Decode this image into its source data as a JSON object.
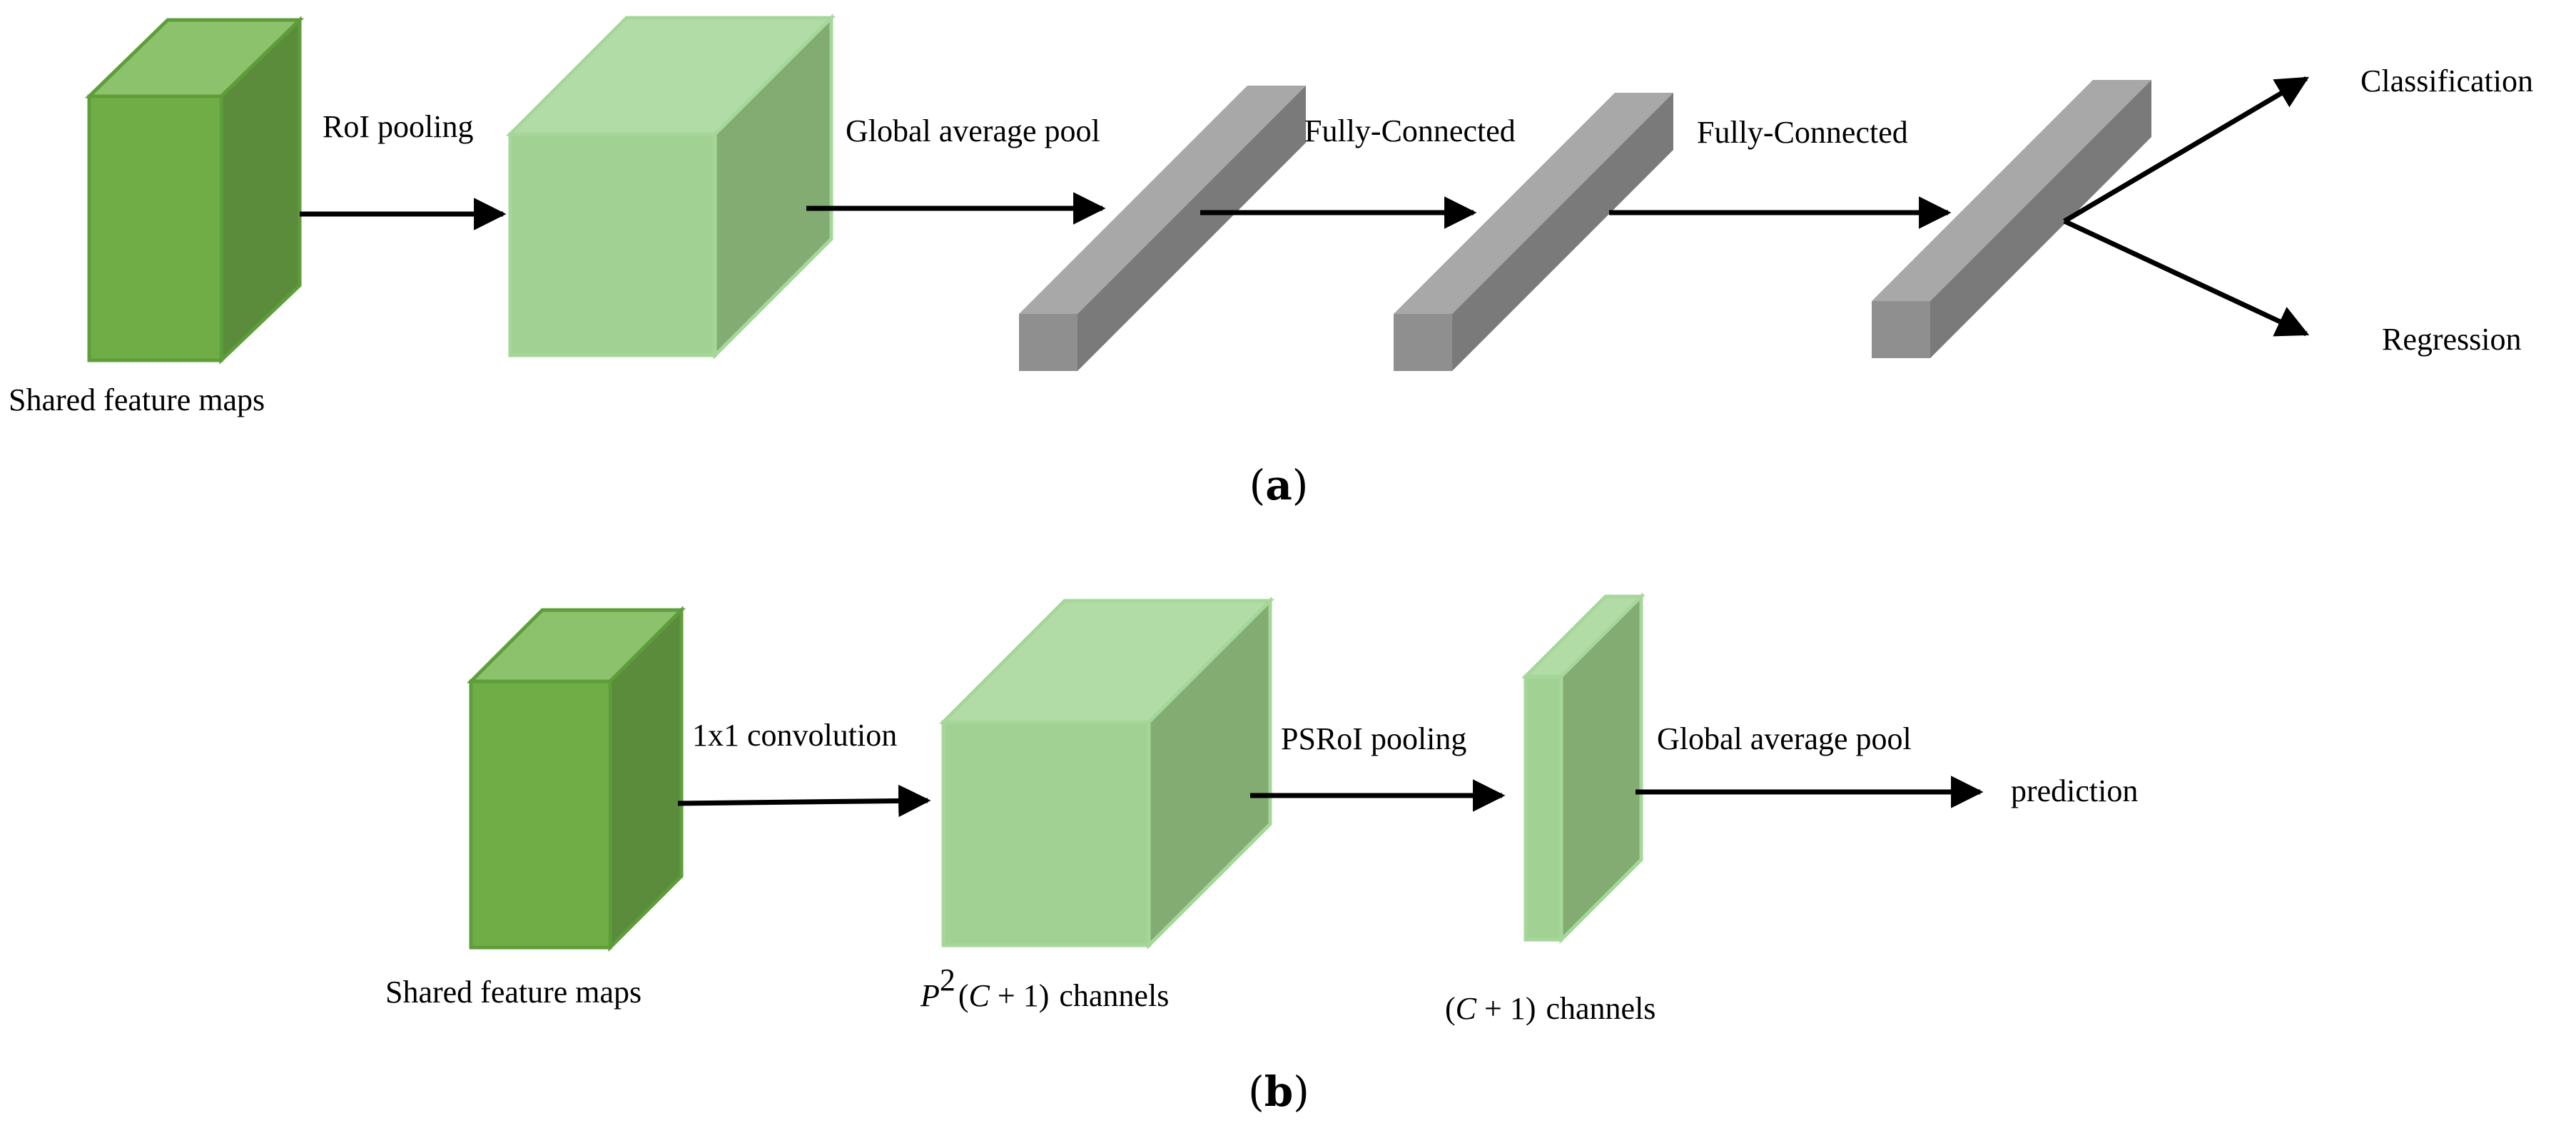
{
  "panel_a": {
    "caption_open": "(",
    "caption_letter": "a",
    "caption_close": ")",
    "input_label": "Shared feature maps",
    "step1_label": "RoI pooling",
    "step2_label": "Global average pool",
    "step3_label": "Fully-Connected",
    "step4_label": "Fully-Connected",
    "output1_label": "Classification",
    "output2_label": "Regression"
  },
  "panel_b": {
    "caption_open": "(",
    "caption_letter": "b",
    "caption_close": ")",
    "input_label": "Shared feature maps",
    "step1_label": "1x1 convolution",
    "step2_label": "PSRoI pooling",
    "step3_label": "Global average pool",
    "output_label": "prediction",
    "block2_label": {
      "p": "P",
      "exp": "2",
      "open": "(",
      "c": "C",
      "plus": " + 1)",
      "rest": "channels"
    },
    "block3_label": {
      "open": "(",
      "c": "C",
      "plus": " + 1)",
      "rest": "channels"
    }
  },
  "colors": {
    "dark_green_front": "#70ad47",
    "dark_green_side": "#5a8c3c",
    "dark_green_top": "#8cc26c",
    "light_green_front": "#a1d293",
    "light_green_side": "#82ac72",
    "light_green_top": "#b2dca6",
    "gray_front": "#8f8f8f",
    "gray_top": "#a8a8a8",
    "gray_side": "#7a7a7a",
    "arrow": "#000000"
  }
}
